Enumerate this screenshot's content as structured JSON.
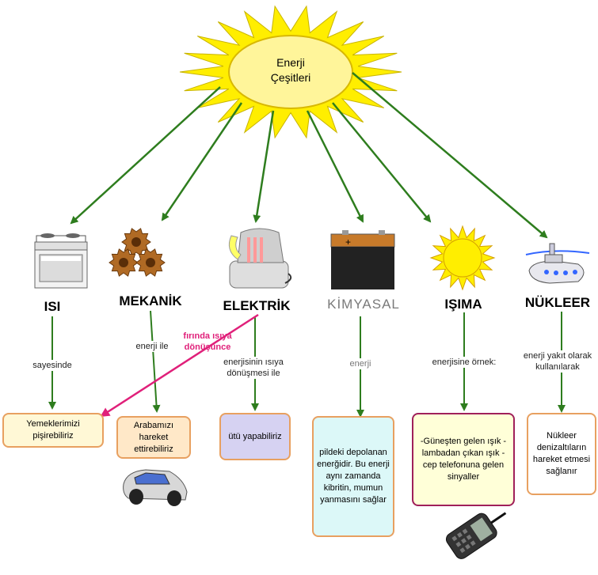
{
  "center": {
    "line1": "Enerji",
    "line2": "Çeşitleri"
  },
  "categories": {
    "isi": "ISI",
    "mekanik": "MEKANİK",
    "elektrik": "ELEKTRİK",
    "kimyasal": "KİMYASAL",
    "isima": "IŞIMA",
    "nukleer": "NÜKLEER"
  },
  "links": {
    "isi": "sayesinde",
    "mekanik": "enerji ile",
    "elektrik": "enerjisinin ısıya dönüşmesi ile",
    "kimyasal": "enerji",
    "isima": "enerjisine örnek:",
    "nukleer": "enerji yakıt olarak kullanılarak",
    "cross": "fırında ısıya dönüşünce"
  },
  "boxes": {
    "isi": "Yemeklerimizi pişirebiliriz",
    "mekanik": "Arabamızı hareket ettirebiliriz",
    "elektrik": "ütü yapabiliriz",
    "kimyasal": "pildeki depolanan enerğidir. Bu enerji aynı zamanda kibritin, mumun yanmasını sağlar",
    "isima": "-Güneşten gelen ışık -lambadan çıkan ışık -cep telefonuna gelen sinyaller",
    "nukleer": "Nükleer denizaltıların hareket etmesi sağlanır"
  },
  "icons": [
    "sun-icon",
    "stove-icon",
    "gears-icon",
    "kettle-icon",
    "battery-icon",
    "small-sun-icon",
    "submarine-icon",
    "car-icon",
    "phone-icon"
  ],
  "colors": {
    "arrow": "#2e7d1e",
    "pink": "#e0207a",
    "sun": "#ffee00",
    "ellipse": "#fff59a",
    "box_border": "#e8a060"
  }
}
